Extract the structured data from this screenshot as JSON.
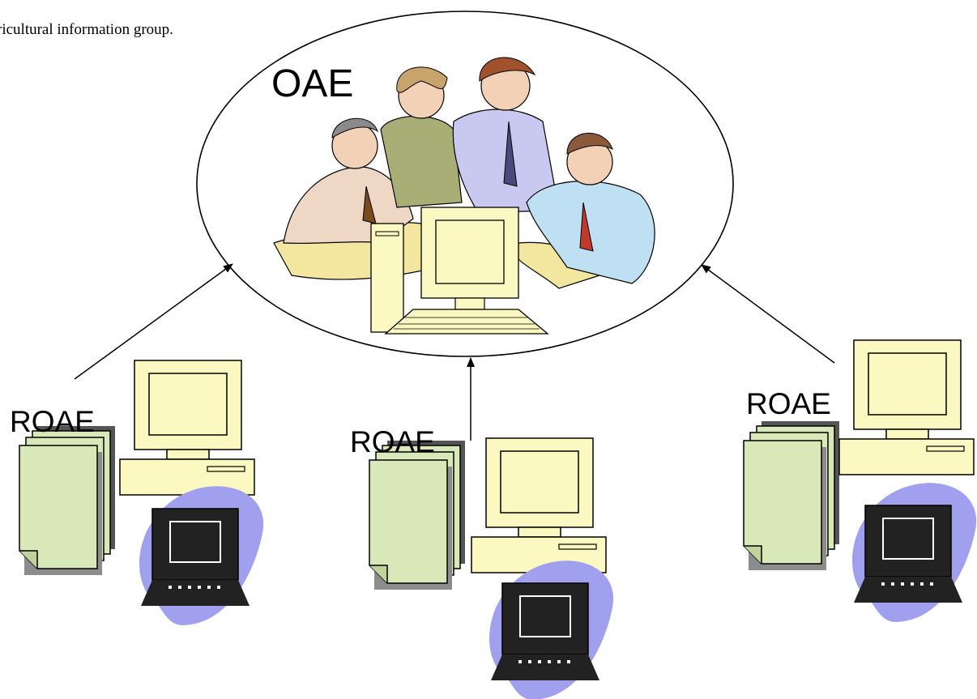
{
  "caption": "ricultural information group.",
  "center_node": {
    "label": "OAE"
  },
  "regional_nodes": [
    {
      "label": "ROAE"
    },
    {
      "label": "ROAE"
    },
    {
      "label": "ROAE"
    }
  ],
  "colors": {
    "document": "#d9e8b8",
    "computer": "#fbf8c2",
    "laptop": "#222222",
    "laptop_blob": "#a0a0ef",
    "ellipse_stroke": "#000000"
  }
}
